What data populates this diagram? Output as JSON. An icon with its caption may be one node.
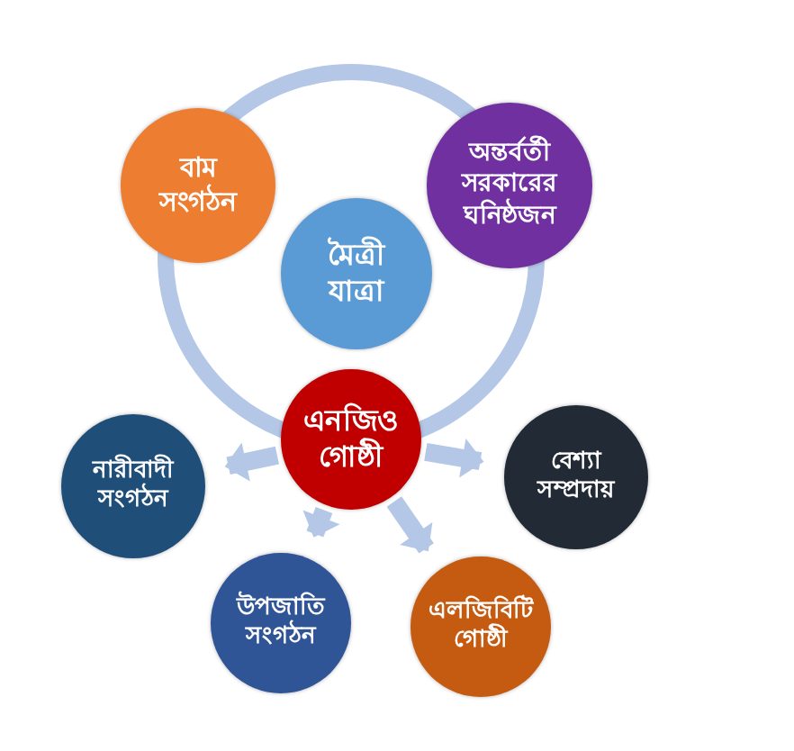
{
  "diagram": {
    "nodes": [
      {
        "text": [
          "বাম সংগঠন"
        ]
      },
      {
        "text": [
          "অন্তর্বর্তী সরকারের ঘনিষ্ঠজন"
        ]
      },
      {
        "text": [
          "মৈত্রী যাত্রা"
        ]
      },
      {
        "text": [
          "এনজিও গোষ্ঠী"
        ]
      },
      {
        "text": [
          "নারীবাদী সংগঠন"
        ]
      },
      {
        "text": [
          "বেশ্যা সম্প্রদায়"
        ]
      },
      {
        "text": [
          "উপজাতি সংগঠন"
        ]
      },
      {
        "text": [
          "এলজিবিটি গোষ্ঠী"
        ]
      }
    ],
    "edges": [
      {
        "from": 3,
        "to": 4,
        "arrow": "to"
      },
      {
        "from": 3,
        "to": 5,
        "arrow": "to"
      },
      {
        "from": 3,
        "to": 6,
        "arrow": "to"
      },
      {
        "from": 3,
        "to": 7,
        "arrow": "to"
      }
    ]
  }
}
